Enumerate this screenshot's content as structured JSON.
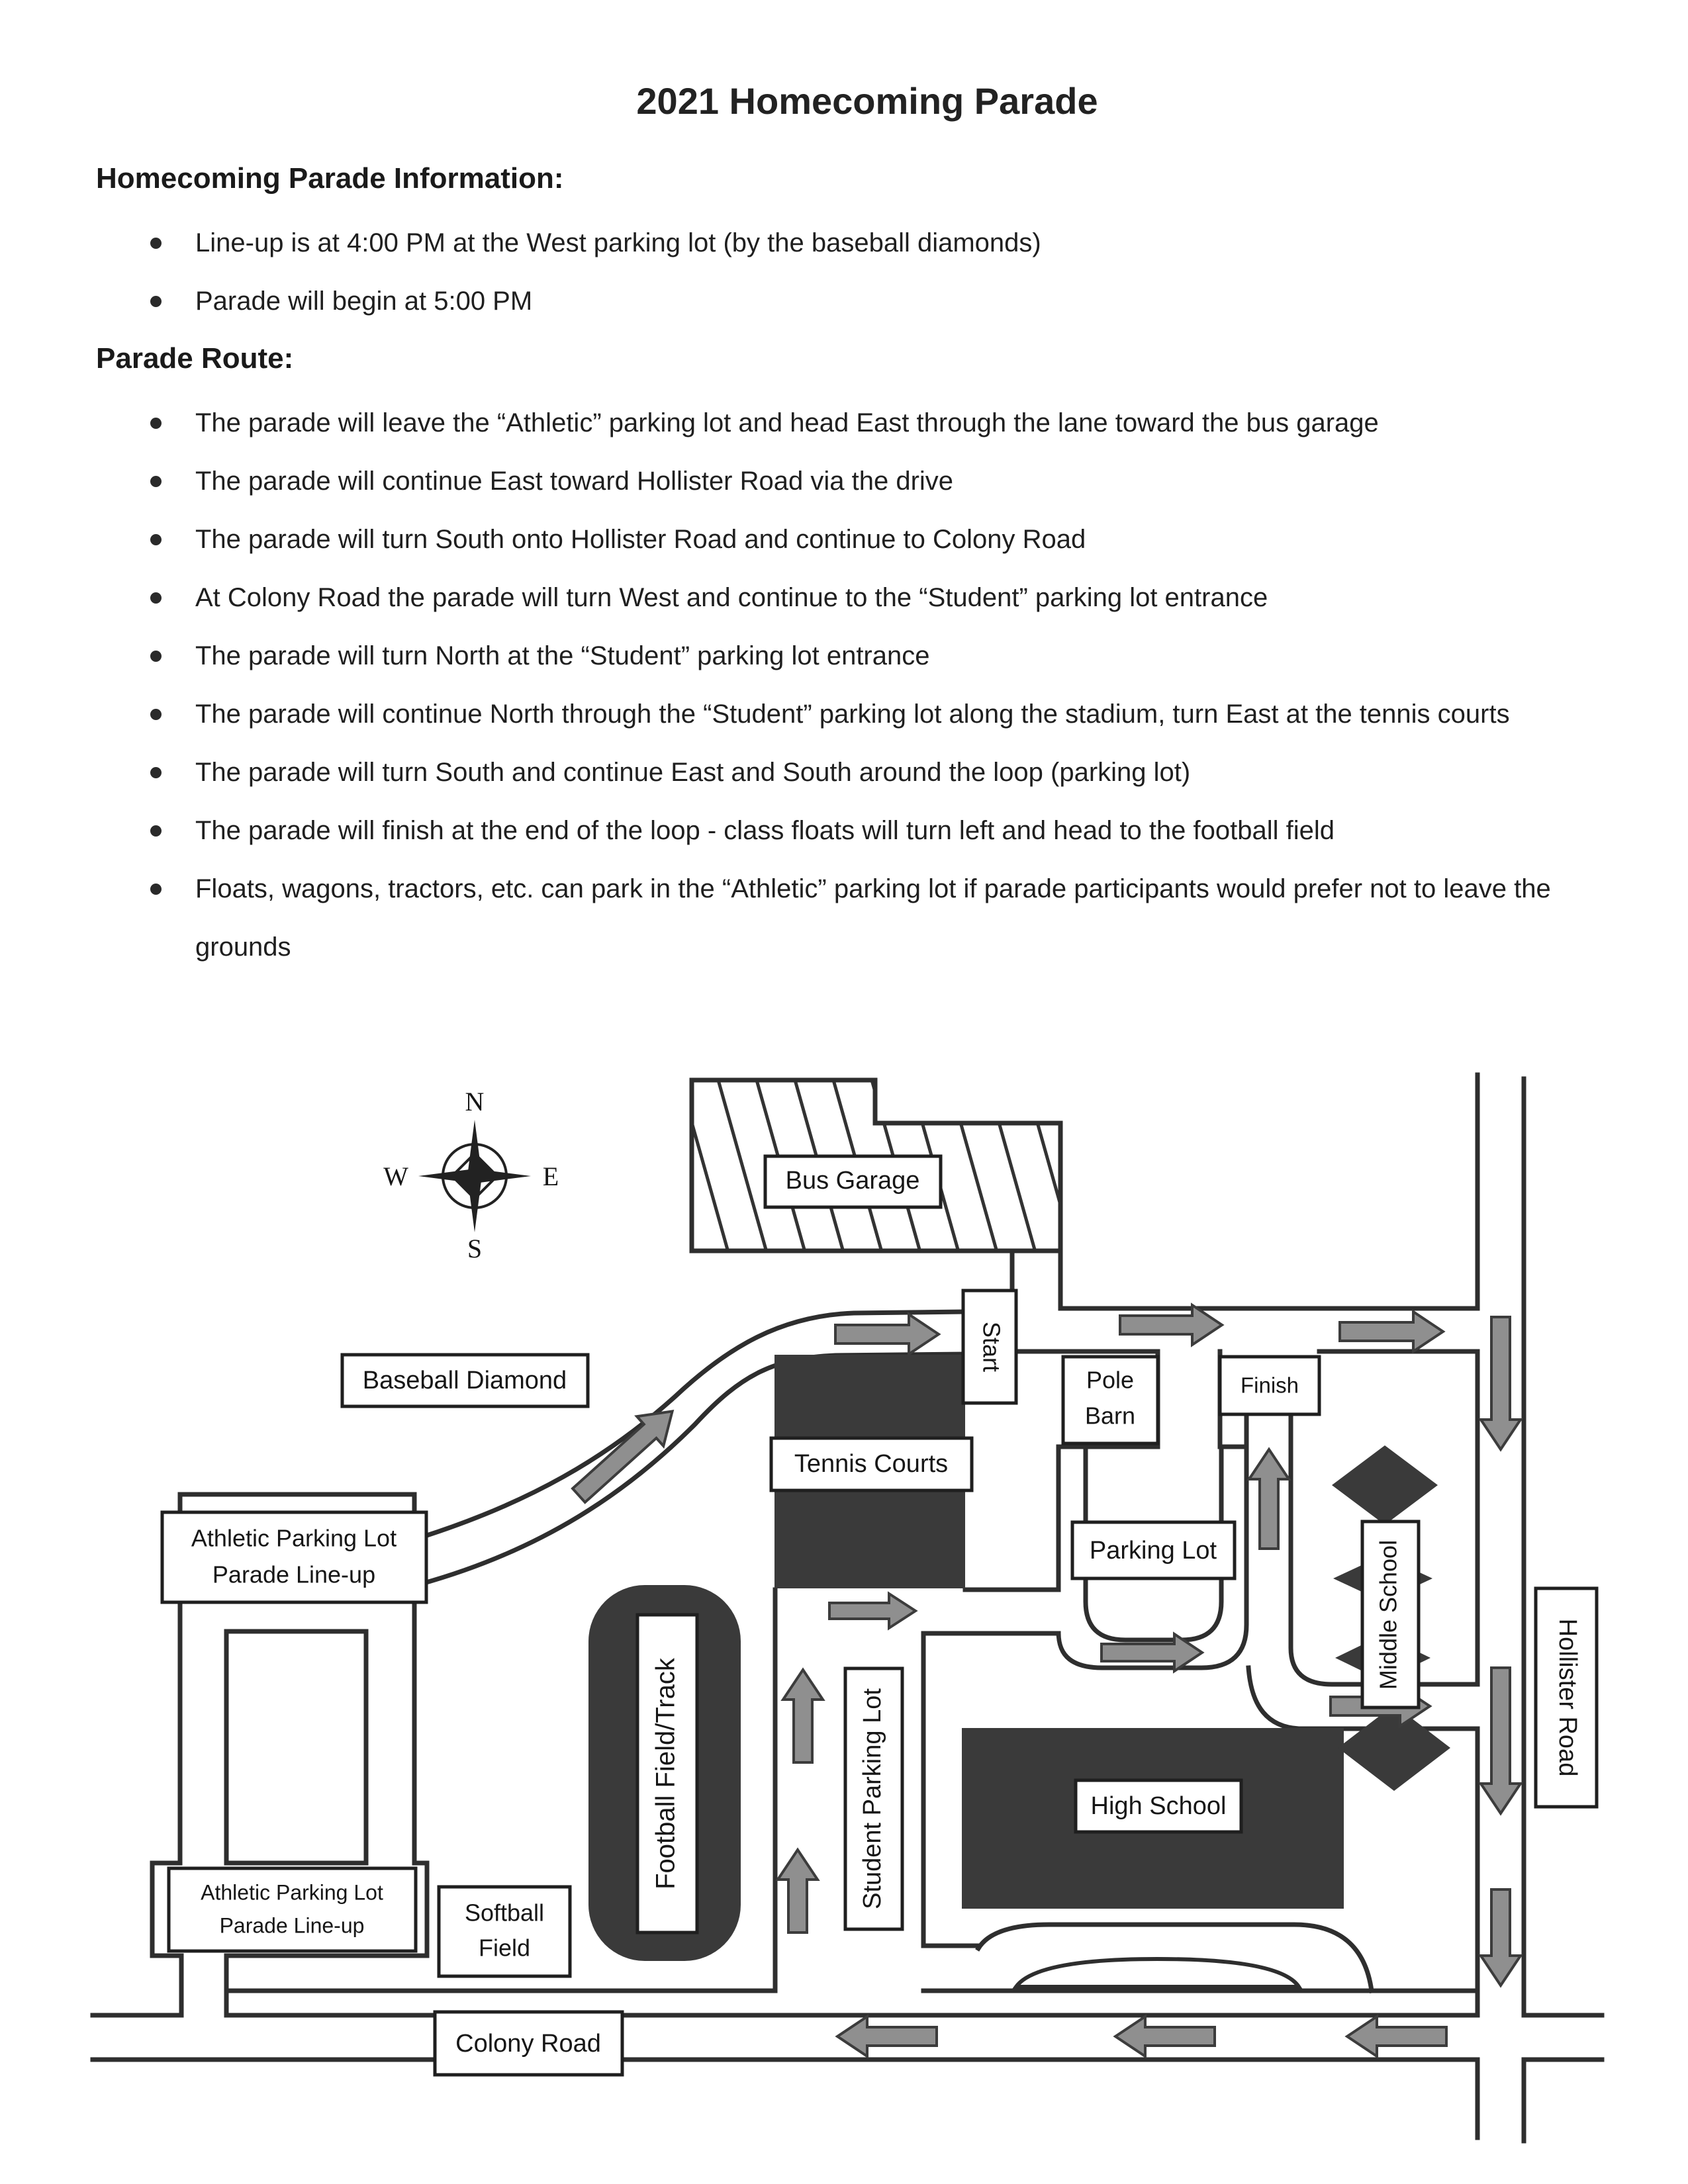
{
  "title": "2021 Homecoming Parade",
  "info": {
    "heading": "Homecoming Parade Information:",
    "items": [
      "Line-up is at 4:00 PM at the West parking lot (by the baseball diamonds)",
      "Parade will begin at 5:00 PM"
    ]
  },
  "route": {
    "heading": "Parade Route:",
    "items": [
      "The parade will leave the “Athletic” parking lot and head East through the lane toward the bus garage",
      "The parade will continue East toward Hollister Road via the drive",
      "The parade will turn South onto Hollister Road and continue to Colony Road",
      "At Colony Road the parade will turn West and continue to the “Student” parking lot entrance",
      "The parade will turn North at the “Student” parking lot entrance",
      "The parade will continue North through the “Student” parking lot along the stadium, turn East at the tennis courts",
      "The parade will turn South and continue East and South around the loop (parking lot)",
      "The parade will finish at the end of the loop - class floats will turn left and head to the football field",
      "Floats, wagons, tractors, etc. can park in the “Athletic” parking lot if parade participants would prefer not to leave the grounds"
    ]
  },
  "map": {
    "compass": {
      "n": "N",
      "e": "E",
      "s": "S",
      "w": "W"
    },
    "labels": {
      "bus_garage": "Bus Garage",
      "start": "Start",
      "baseball": "Baseball Diamond",
      "tennis": "Tennis Courts",
      "pole_barn_1": "Pole",
      "pole_barn_2": "Barn",
      "finish": "Finish",
      "parking_lot": "Parking Lot",
      "athletic_upper_1": "Athletic Parking Lot",
      "athletic_upper_2": "Parade Line-up",
      "athletic_lower_1": "Athletic Parking Lot",
      "athletic_lower_2": "Parade Line-up",
      "football": "Football Field/Track",
      "student": "Student Parking Lot",
      "softball_1": "Softball",
      "softball_2": "Field",
      "high_school": "High School",
      "middle_school": "Middle School",
      "hollister": "Hollister Road",
      "colony": "Colony Road"
    },
    "colors": {
      "building_fill": "#3a3a3a",
      "road_line": "#2e2e2e",
      "arrow_fill": "#8f8f8f"
    }
  }
}
